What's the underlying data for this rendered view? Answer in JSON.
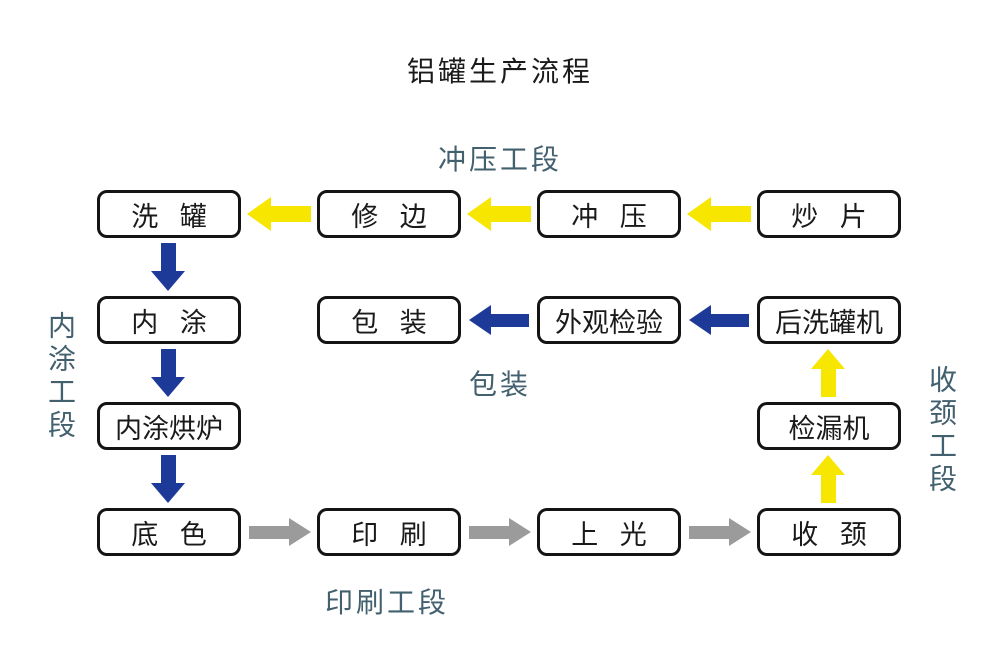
{
  "title": "铝罐生产流程",
  "labels": {
    "stamping_section": "冲压工段",
    "inner_coating_section": "内涂工段",
    "packing_label": "包装",
    "printing_section": "印刷工段",
    "necking_section": "收颈工段"
  },
  "nodes": {
    "wash_can": "洗 罐",
    "trim": "修 边",
    "stamping": "冲 压",
    "fry_sheet": "炒 片",
    "inner_coating": "内 涂",
    "packing": "包 装",
    "visual_inspection": "外观检验",
    "post_wash_machine": "后洗罐机",
    "inner_coating_oven": "内涂烘炉",
    "leak_detector": "检漏机",
    "base_color": "底 色",
    "printing": "印 刷",
    "varnish": "上 光",
    "necking": "收 颈"
  },
  "colors": {
    "arrow_yellow": "#f7e600",
    "arrow_blue": "#1e3a99",
    "arrow_gray": "#9b9b9b",
    "section_label": "#42606e",
    "box_border": "#141414",
    "box_text": "#1a1a1a"
  }
}
